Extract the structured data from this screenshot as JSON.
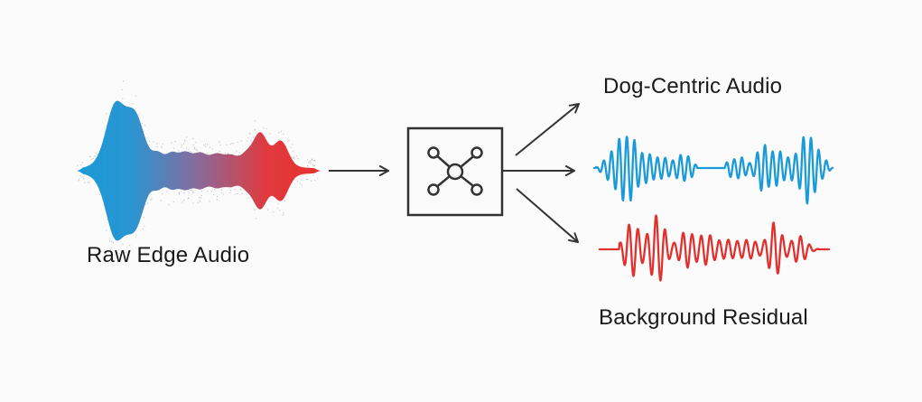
{
  "diagram": {
    "title": "",
    "nodes": [
      {
        "id": "raw",
        "label": "Raw Edge Audio",
        "kind": "waveform-gradient",
        "colors": [
          "#1a9ad6",
          "#e8302e"
        ]
      },
      {
        "id": "processor",
        "label": "",
        "kind": "box",
        "icon": "network-hub-icon"
      },
      {
        "id": "dog",
        "label": "Dog-Centric Audio",
        "kind": "waveform-line",
        "color": "#1a9ad6"
      },
      {
        "id": "bg",
        "label": "Background Residual",
        "kind": "waveform-line",
        "color": "#e0312f"
      }
    ],
    "edges": [
      {
        "from": "raw",
        "to": "processor"
      },
      {
        "from": "processor",
        "to": "dog",
        "direction": "up-right"
      },
      {
        "from": "processor",
        "to": "dog-wave",
        "direction": "right"
      },
      {
        "from": "processor",
        "to": "bg",
        "direction": "down-right"
      }
    ],
    "colors": {
      "stroke": "#333333",
      "blue": "#1a9ad6",
      "red": "#e0312f",
      "background": "#fbfbfb"
    }
  },
  "labels": {
    "raw": "Raw Edge Audio",
    "dog": "Dog-Centric Audio",
    "bg": "Background Residual"
  }
}
